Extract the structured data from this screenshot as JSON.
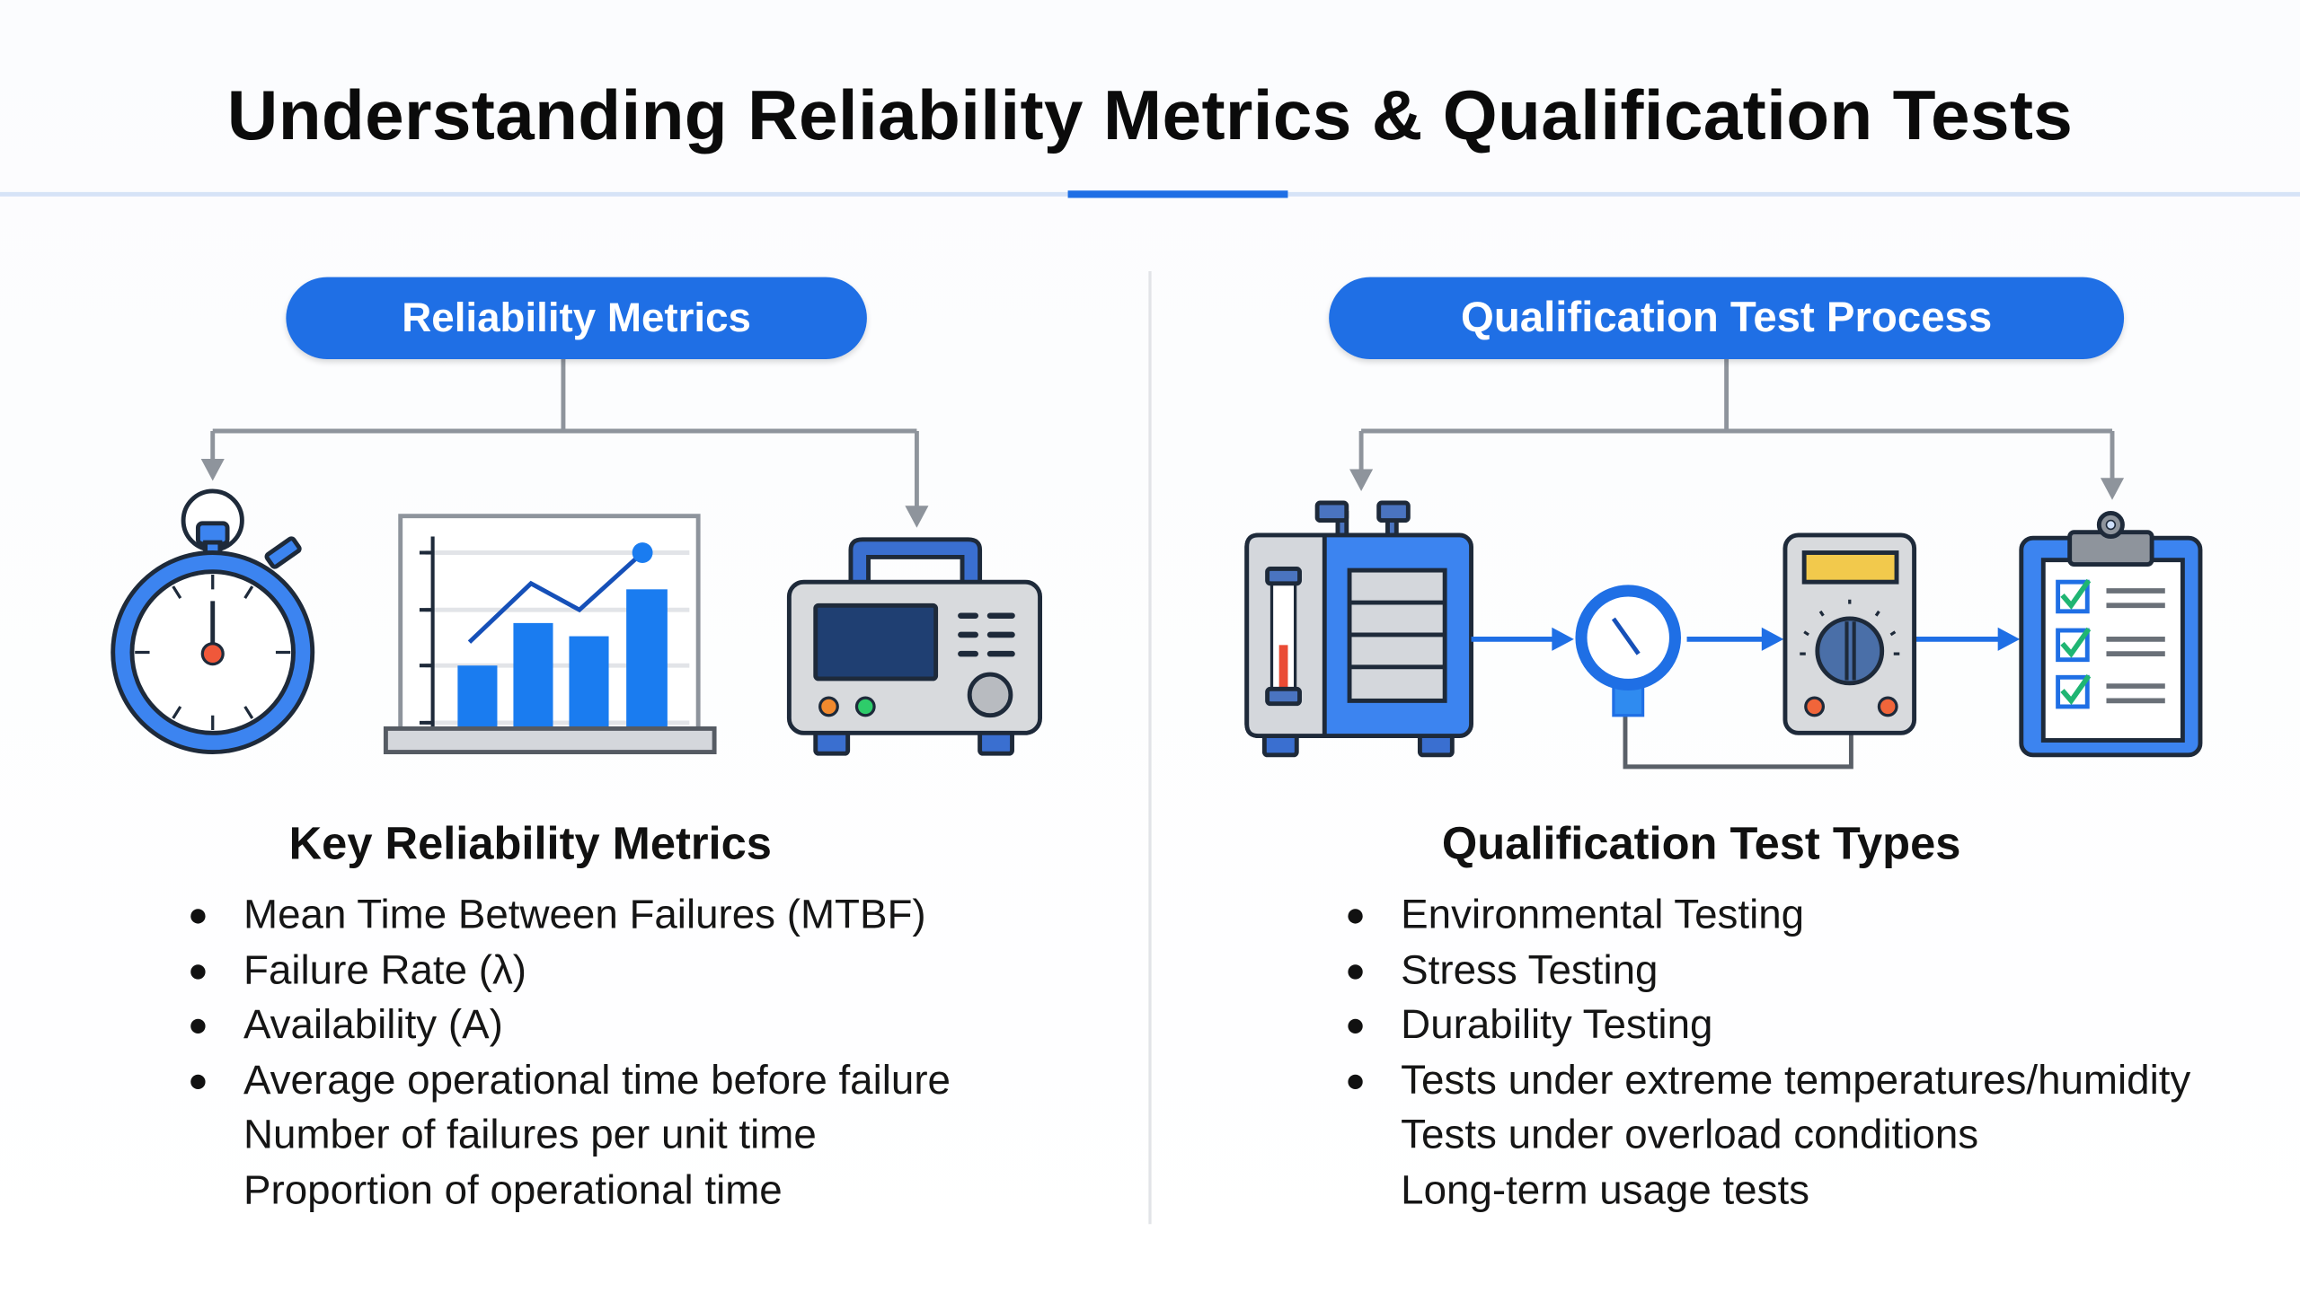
{
  "title": "Understanding Reliability Metrics & Qualification Tests",
  "left": {
    "pill": "Reliability Metrics",
    "heading": "Key Reliability Metrics",
    "bullets": [
      "Mean Time Between Failures (MTBF)",
      "Failure Rate (λ)",
      "Availability (A)",
      "Average operational time before failure"
    ],
    "continuation": [
      "Number of failures per unit time",
      "Proportion of operational time"
    ],
    "icons": [
      "stopwatch-icon",
      "bar-chart-icon",
      "test-equipment-icon"
    ]
  },
  "right": {
    "pill": "Qualification Test Process",
    "heading": "Qualification Test Types",
    "bullets": [
      "Environmental Testing",
      "Stress Testing",
      "Durability Testing",
      "Tests under extreme temperatures/humidity"
    ],
    "continuation": [
      "Tests under overload conditions",
      "Long-term usage tests"
    ],
    "icons": [
      "environmental-chamber-icon",
      "pressure-gauge-icon",
      "multimeter-icon",
      "checklist-clipboard-icon"
    ]
  },
  "colors": {
    "accent": "#1f6fe5",
    "dark": "#1e2a3a",
    "grey": "#d4d7dc",
    "connector": "#8e949c"
  }
}
